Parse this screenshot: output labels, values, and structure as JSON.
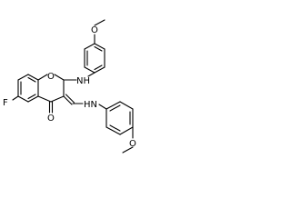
{
  "molecule": {
    "atoms": {
      "fluorine": "F",
      "ring_oxygen": "O",
      "carbonyl_oxygen": "O",
      "amine_nh_top": "NH",
      "amine_nh_bottom": "HN",
      "methoxy_oxygen_top": "O",
      "methoxy_oxygen_bottom": "O"
    }
  }
}
